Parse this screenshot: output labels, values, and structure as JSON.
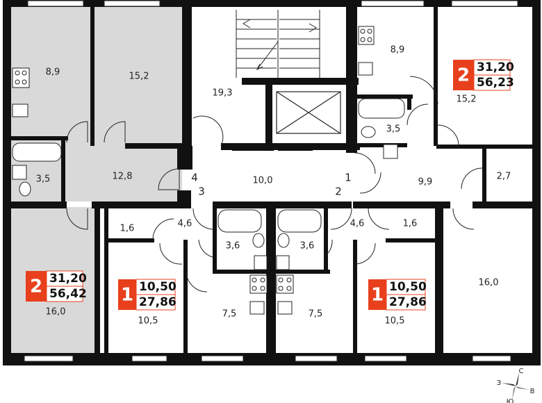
{
  "colors": {
    "wall": "#111111",
    "highlight_fill": "#d9d9d9",
    "badge_red": "#e8401c",
    "line": "#222222"
  },
  "rooms": [
    {
      "id": "tl-kitchen",
      "label": "8,9"
    },
    {
      "id": "tl-living",
      "label": "15,2"
    },
    {
      "id": "tl-bath",
      "label": "3,5"
    },
    {
      "id": "tl-hall",
      "label": "12,8"
    },
    {
      "id": "stair-hall",
      "label": "19,3"
    },
    {
      "id": "corridor",
      "label": "10,0"
    },
    {
      "id": "tr-kitchen",
      "label": "8,9"
    },
    {
      "id": "tr-bath",
      "label": "3,5"
    },
    {
      "id": "tr-living",
      "label": "15,2"
    },
    {
      "id": "tr-hall",
      "label": "9,9"
    },
    {
      "id": "tr-closet",
      "label": "2,7"
    },
    {
      "id": "bl-living",
      "label": "16,0"
    },
    {
      "id": "a1-closet",
      "label": "1,6"
    },
    {
      "id": "a1-hall",
      "label": "4,6"
    },
    {
      "id": "a1-bath",
      "label": "3,6"
    },
    {
      "id": "a1-room",
      "label": "10,5"
    },
    {
      "id": "a1-kitchen",
      "label": "7,5"
    },
    {
      "id": "a2-bath",
      "label": "3,6"
    },
    {
      "id": "a2-kitchen",
      "label": "7,5"
    },
    {
      "id": "a2-hall",
      "label": "4,6"
    },
    {
      "id": "a2-closet",
      "label": "1,6"
    },
    {
      "id": "a2-room",
      "label": "10,5"
    },
    {
      "id": "br-living",
      "label": "16,0"
    }
  ],
  "door_numbers": [
    "4",
    "3",
    "1",
    "2"
  ],
  "badges": [
    {
      "id": "badge-tr",
      "rooms": "2",
      "living": "31,20",
      "total": "56,23"
    },
    {
      "id": "badge-bl",
      "rooms": "2",
      "living": "31,20",
      "total": "56,42"
    },
    {
      "id": "badge-a1",
      "rooms": "1",
      "living": "10,50",
      "total": "27,86"
    },
    {
      "id": "badge-a2",
      "rooms": "1",
      "living": "10,50",
      "total": "27,86"
    }
  ],
  "compass": {
    "north": "С",
    "west": "З",
    "east": "В",
    "south": "Ю"
  }
}
